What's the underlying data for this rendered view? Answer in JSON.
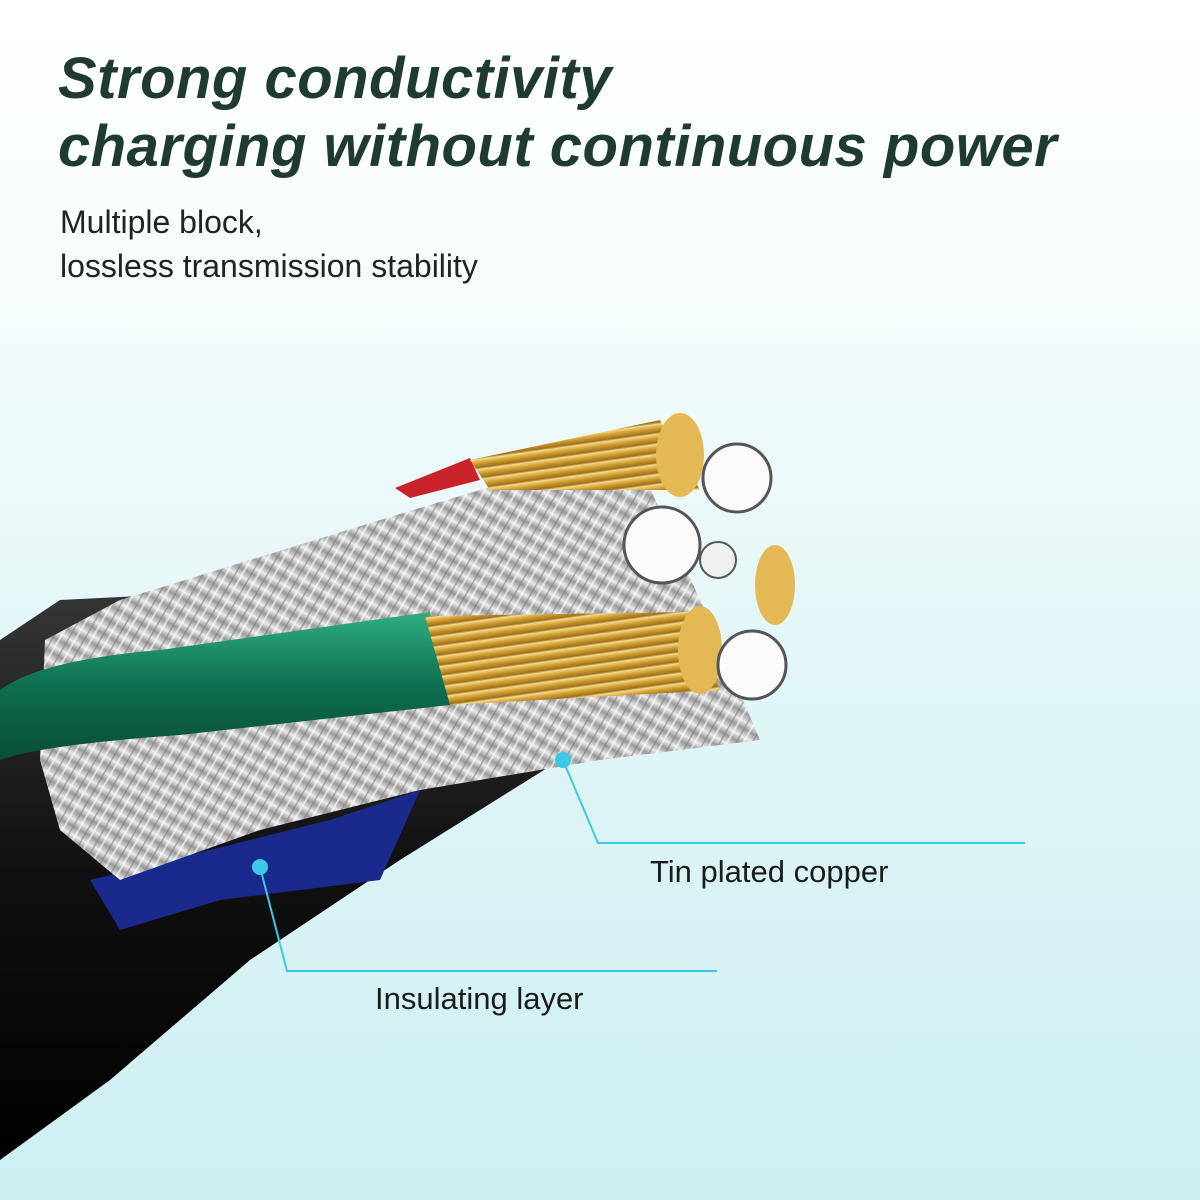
{
  "headline": {
    "line1": "Strong conductivity",
    "line2": "charging without continuous power"
  },
  "subtitle": {
    "line1": "Multiple block,",
    "line2": "lossless transmission stability"
  },
  "callouts": {
    "tin_plated_copper": "Tin plated copper",
    "insulating_layer": "Insulating layer"
  },
  "colors": {
    "headline": "#1f3a33",
    "callout_line": "#3cc8e6",
    "jacket": "#1a1a1a",
    "green_core": "#0f7a5a",
    "blue_core": "#1a2a8c",
    "red_core": "#c8232a",
    "copper": "#d9a83a",
    "tin": "#d8d8d8"
  }
}
